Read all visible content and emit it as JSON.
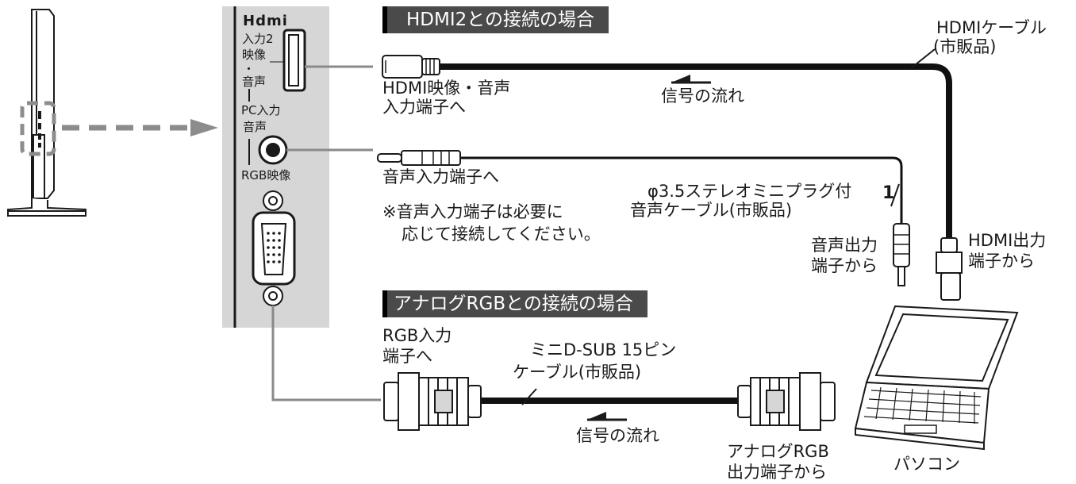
{
  "panel": {
    "logo": "Hdmi",
    "input2_label": "入力2",
    "video_label": "映像",
    "dot_label": "・",
    "audio_label": "音声",
    "pc_input_label": "PC入力",
    "pc_audio_label": "音声",
    "rgb_video_label": "RGB映像"
  },
  "hdmi_section": {
    "banner": "HDMI2との接続の場合",
    "input_label_line1": "HDMI映像・音声",
    "input_label_line2": "入力端子へ",
    "signal_label": "信号の流れ",
    "cable_label_line1": "HDMIケーブル",
    "cable_label_line2": "(市販品)",
    "output_label_line1": "HDMI出力",
    "output_label_line2": "端子から"
  },
  "audio_section": {
    "input_label": "音声入力端子へ",
    "note_line1": "※音声入力端子は必要に",
    "note_line2": "応じて接続してください。",
    "cable_label_line1": "φ3.5ステレオミニプラグ付",
    "cable_label_line2": "音声ケーブル(市販品)",
    "step_number": "1",
    "output_label_line1": "音声出力",
    "output_label_line2": "端子から"
  },
  "rgb_section": {
    "banner": "アナログRGBとの接続の場合",
    "input_label_line1": "RGB入力",
    "input_label_line2": "端子へ",
    "cable_label_line1": "ミニD-SUB 15ピン",
    "cable_label_line2": "ケーブル(市販品)",
    "signal_label": "信号の流れ",
    "output_label_line1": "アナログRGB",
    "output_label_line2": "出力端子から"
  },
  "pc_label": "パソコン",
  "colors": {
    "panel_bg": "#d6d6d6",
    "banner_bg": "#4a4a4a",
    "cable": "#111111",
    "grey_wire": "#8a8a8a",
    "arrow_dash": "#8c8c8c"
  }
}
